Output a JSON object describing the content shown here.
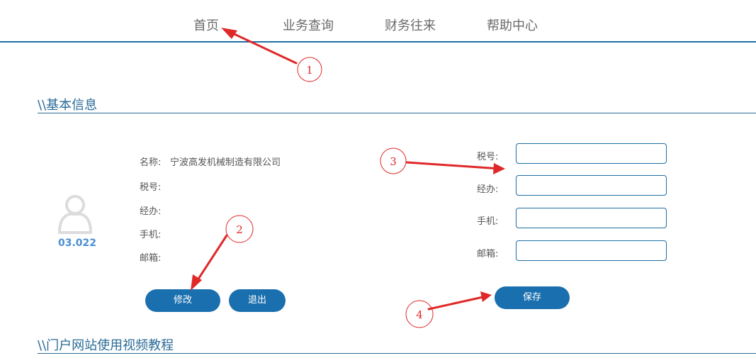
{
  "nav": {
    "items": [
      {
        "label": "首页"
      },
      {
        "label": "业务查询"
      },
      {
        "label": "财务往来"
      },
      {
        "label": "帮助中心"
      }
    ]
  },
  "basic_info": {
    "section_title": "\\\\基本信息",
    "user_code": "03.022",
    "fields": [
      {
        "label": "名称:",
        "value": "宁波高发机械制造有限公司"
      },
      {
        "label": "税号:",
        "value": ""
      },
      {
        "label": "经办:",
        "value": ""
      },
      {
        "label": "手机:",
        "value": ""
      },
      {
        "label": "邮箱:",
        "value": ""
      }
    ],
    "modify_label": "修改",
    "logout_label": "退出"
  },
  "edit_form": {
    "fields": [
      {
        "label": "税号:",
        "value": ""
      },
      {
        "label": "经办:",
        "value": ""
      },
      {
        "label": "手机:",
        "value": ""
      },
      {
        "label": "邮箱:",
        "value": ""
      }
    ],
    "save_label": "保存"
  },
  "video_section": {
    "title": "\\\\门户网站使用视频教程"
  },
  "annotations": {
    "badges": [
      "1",
      "2",
      "3",
      "4"
    ],
    "color": "#e02828"
  },
  "colors": {
    "brand": "#1a6fae",
    "accent_text": "#2a6b96",
    "user_code": "#4a8ed4"
  },
  "icons": {
    "avatar": "user-avatar-icon"
  }
}
